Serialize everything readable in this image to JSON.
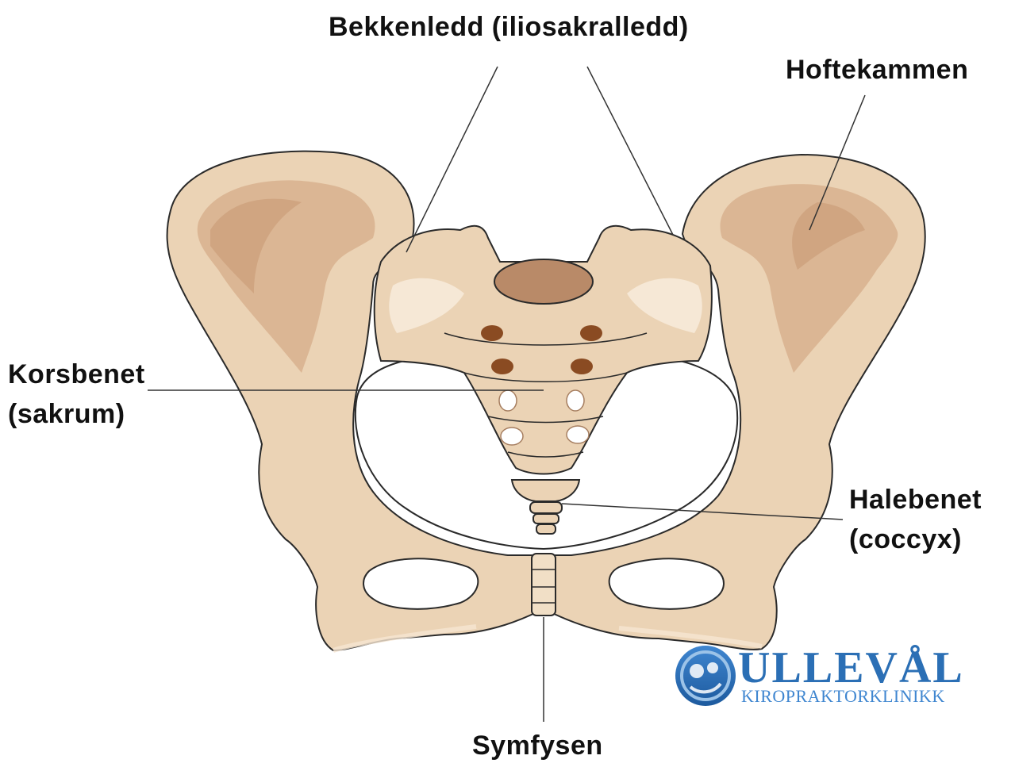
{
  "labels": {
    "si_joint": "Bekkenledd (iliosakralledd)",
    "iliac_crest": "Hoftekammen",
    "sacrum_line1": "Korsbenet",
    "sacrum_line2": "(sakrum)",
    "coccyx_line1": "Halebenet",
    "coccyx_line2": "(coccyx)",
    "symphysis": "Symfysen"
  },
  "logo": {
    "name": "ULLEVÅL",
    "subtitle": "KIROPRAKTORKLINIKK"
  },
  "colors": {
    "bone": "#EBD3B5",
    "bone_shade": "#D7AE8A",
    "bone_dark": "#A67E60",
    "foramen": "#8A4B22",
    "outline": "#2A2A2A",
    "leader_line": "#333333",
    "logo_blue": "#2B6FB5",
    "logo_light": "#9CC3E8"
  }
}
